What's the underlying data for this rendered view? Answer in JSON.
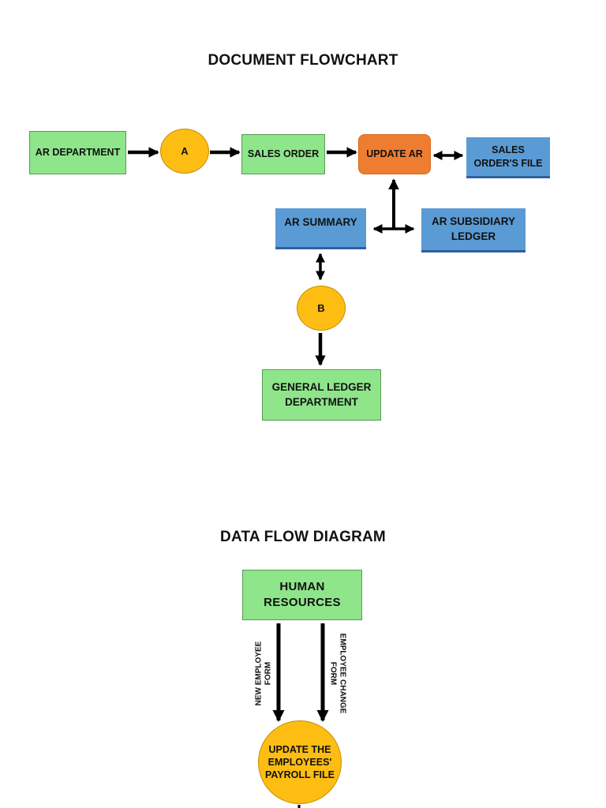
{
  "flowchart": {
    "title": "DOCUMENT FLOWCHART",
    "ar_department": "AR DEPARTMENT",
    "connector_a": "A",
    "sales_order": "SALES ORDER",
    "update_ar": "UPDATE AR",
    "sales_orders_file": "SALES ORDER'S FILE",
    "ar_summary": "AR SUMMARY",
    "ar_subsidiary_ledger": "AR SUBSIDIARY LEDGER",
    "connector_b": "B",
    "general_ledger_department": "GENERAL LEDGER DEPARTMENT"
  },
  "dfd": {
    "title": "DATA FLOW DIAGRAM",
    "human_resources": "HUMAN RESOURCES",
    "new_employee_form": "NEW EMPLOYEE\nFORM",
    "employee_change_form": "EMPLOYEE CHANGE\nFORM",
    "update_payroll": "UPDATE THE EMPLOYEES' PAYROLL FILE"
  },
  "colors": {
    "green": "#8ee58a",
    "blue": "#5b9bd5",
    "orange": "#ee7d31",
    "yellow": "#fdbd13",
    "arrow": "#000000"
  }
}
